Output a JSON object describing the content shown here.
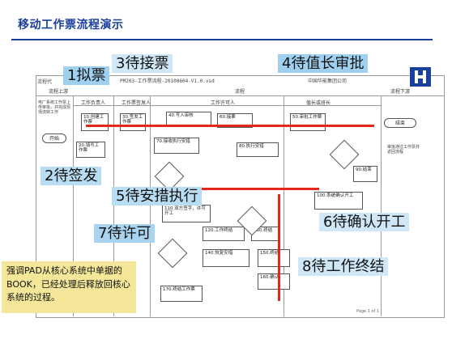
{
  "slide": {
    "title": "移动工作票流程演示",
    "flow_label": "流程代",
    "doc_name": "PM203-工作票流程-20100604-V1.0.vsd",
    "company": "中国华能集团公司",
    "upstream": "流程上游",
    "process": "流程",
    "downstream": "流程下游",
    "lanes": [
      "工作负责人",
      "工作票签发人",
      "工作许可人",
      "值长或班长"
    ],
    "page": "Page 1 of 1"
  },
  "steps": {
    "s1": "1拟票",
    "s2": "2待签发",
    "s3": "3待接票",
    "s4": "4待值长审批",
    "s5": "5待安措执行",
    "s6": "6待确认开工",
    "s7": "7待许可",
    "s8": "8待工作终结"
  },
  "nodes": {
    "start": "开始",
    "end": "结束",
    "n10": "10.创建工作票",
    "n20": "20.填写工作票",
    "n30": "30.签发工作票",
    "n40": "40.写入审核",
    "n50": "50.审批工作票",
    "n60": "60.接票",
    "n70": "70.接收执行安措",
    "n80": "80.执行安措",
    "n90": "90.结束",
    "n100": "100.系统确认开工",
    "n110": "110.双方签字，许可开工",
    "n120": "120.工作终结",
    "n130": "130.终结",
    "n140": "140.恢复安措",
    "n150": "150.终结",
    "n160": "160.确认",
    "n170": "170.终结工作票",
    "upstream_note": "电厂系统工作票上传审批，并完成现场流转工作",
    "downstream_note": "审批通过工作票并返回流程"
  },
  "highlight_text": "强调PAD从核心系统中单据的BOOK，已经处理后释放回核心系统的过程。"
}
